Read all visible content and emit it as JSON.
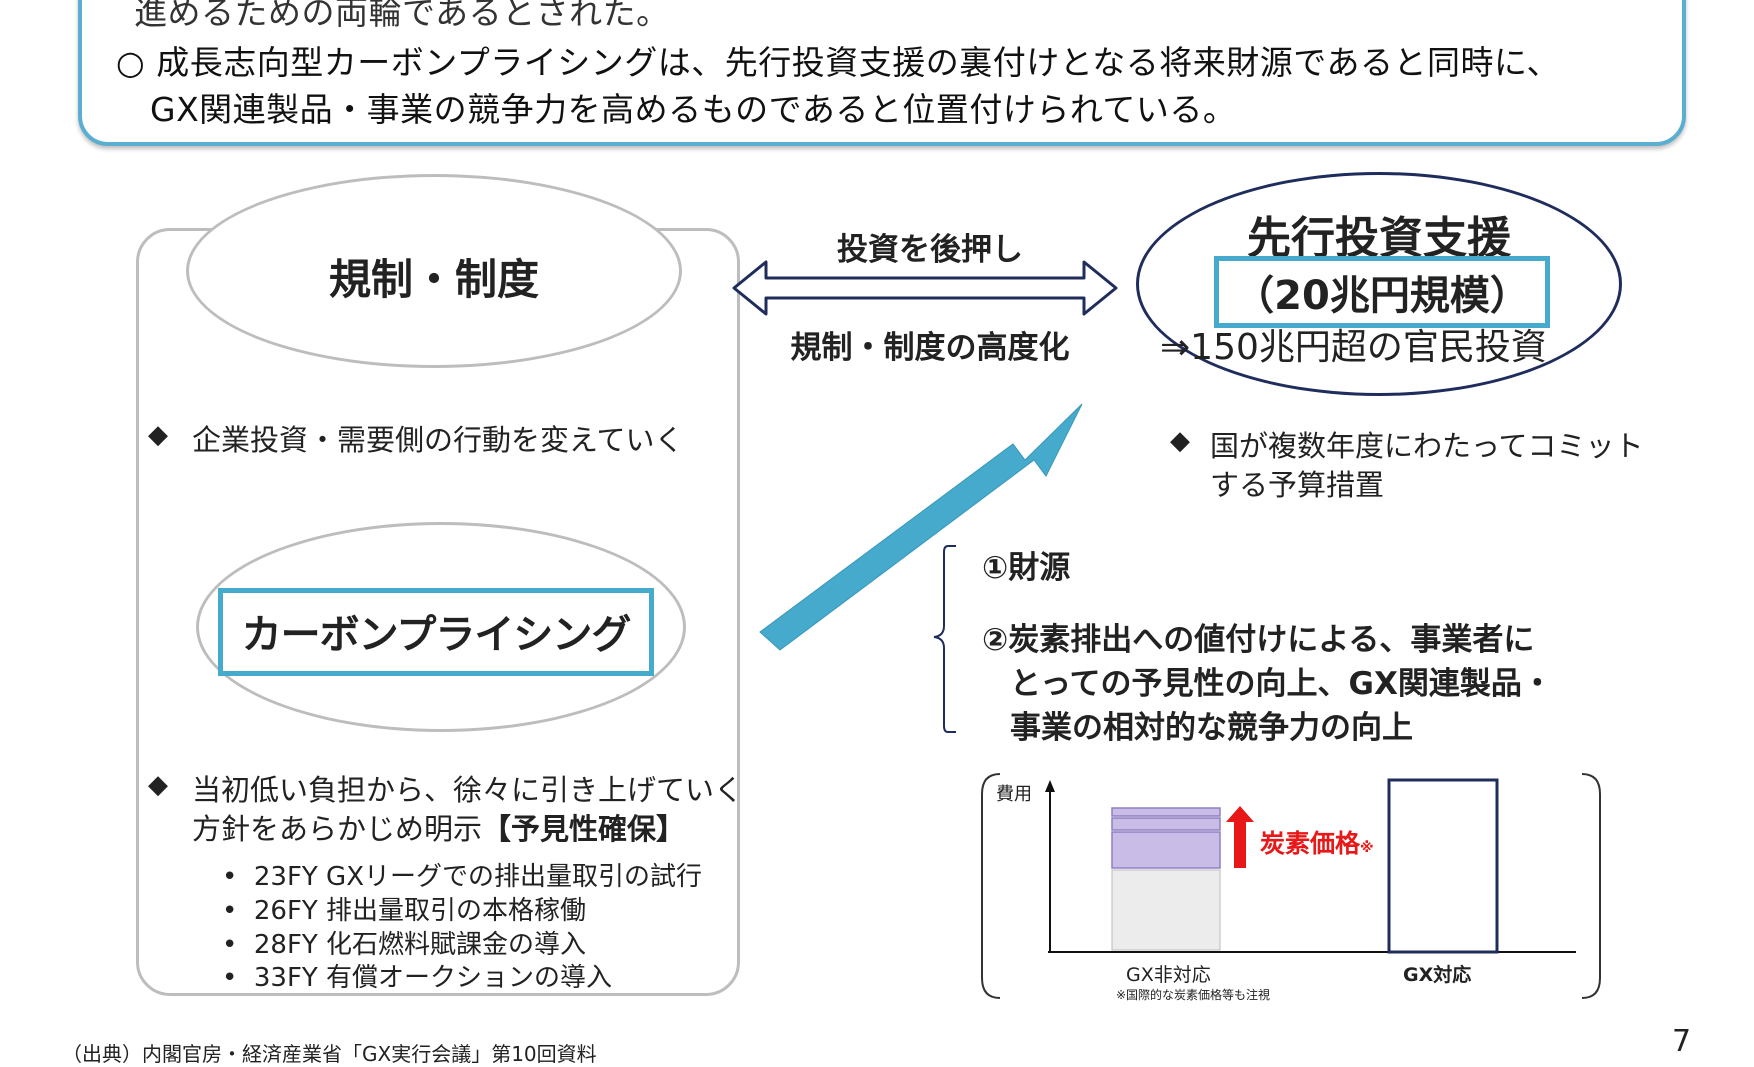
{
  "top_box": {
    "line_clipped": "進めるための両輪であるとされた。",
    "line_1": "○ 成長志向型カーボンプライシングは、先行投資支援の裏付けとなる将来財源であると同時に、",
    "line_2": "GX関連製品・事業の競争力を高めるものであると位置付けられている。"
  },
  "left_panel": {
    "regulation_title": "規制・制度",
    "regulation_bullet": "企業投資・需要側の行動を変えていく",
    "carbon_pricing_title": "カーボンプライシング",
    "policy_bullet_line1": "当初低い負担から、徐々に引き上げていく",
    "policy_bullet_line2_prefix": "方針をあらかじめ明示",
    "policy_bullet_line2_bold": "【予見性確保】",
    "schedule": [
      "23FY GXリーグでの排出量取引の試行",
      "26FY 排出量取引の本格稼働",
      "28FY 化石燃料賦課金の導入",
      "33FY 有償オークションの導入"
    ]
  },
  "arrow_labels": {
    "top": "投資を後押し",
    "bottom": "規制・制度の高度化"
  },
  "support": {
    "title": "先行投資支援",
    "scale": "（20兆円規模）",
    "investment": "⇒150兆円超の官民投資",
    "bullet_line1": "国が複数年度にわたってコミット",
    "bullet_line2": "する予算措置"
  },
  "benefits": {
    "item1": "①財源",
    "item2_line1": "②炭素排出への値付けによる、事業者に",
    "item2_line2": "とっての予見性の向上、GX関連製品・",
    "item2_line3": "事業の相対的な競争力の向上"
  },
  "cost_chart": {
    "y_label": "費用",
    "carbon_label": "炭素価格",
    "carbon_mark": "※",
    "x_labels": [
      "GX非対応",
      "GX対応"
    ],
    "note": "※国際的な炭素価格等も注視"
  },
  "footer": {
    "source": "（出典）内閣官房・経済産業省「GX実行会議」第10回資料",
    "page_number": "7"
  },
  "colors": {
    "accent_blue": "#46aacd",
    "navy": "#1f2d5c",
    "red": "#e81818",
    "purple_fill": "#c9bde8",
    "gray_border": "#bdbdbd"
  }
}
